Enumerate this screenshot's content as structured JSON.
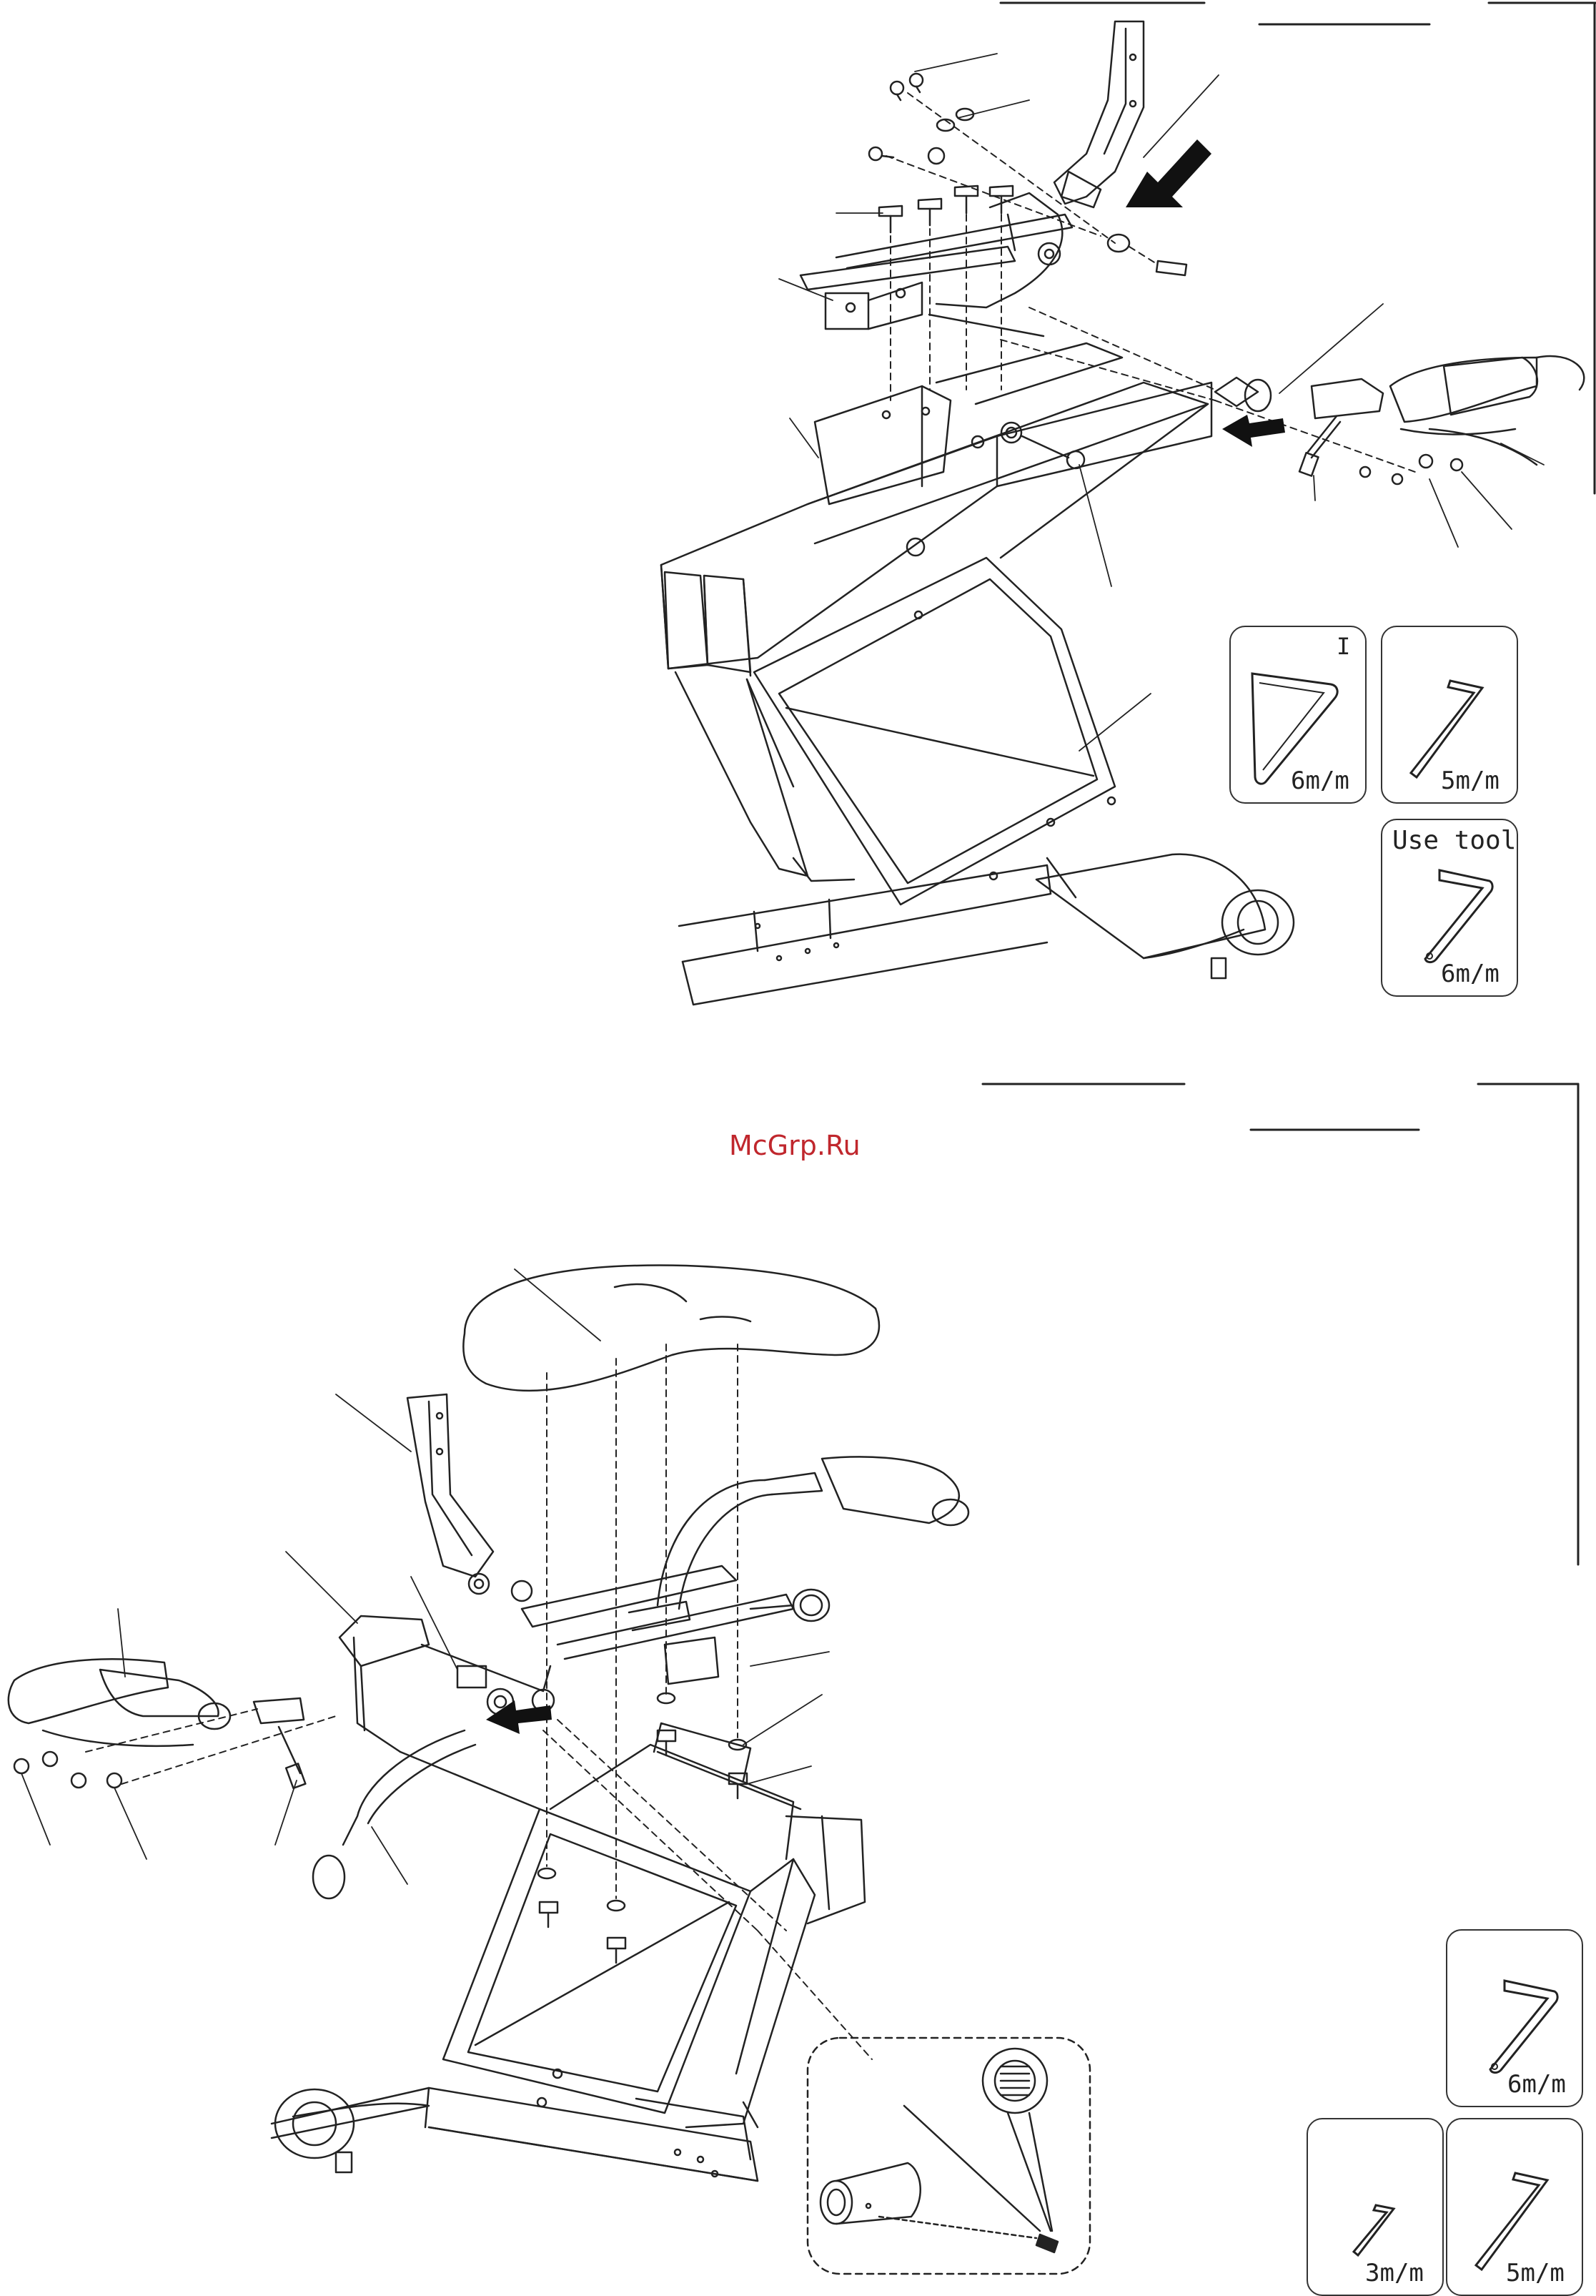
{
  "watermark": "McGrp.Ru",
  "top_tools": {
    "tool1": {
      "mark": "I",
      "size": "6m/m",
      "icon": "allen-key-icon"
    },
    "tool2": {
      "size": "5m/m",
      "icon": "allen-key-icon"
    },
    "tool3": {
      "heading": "Use tool",
      "size": "6m/m",
      "icon": "allen-key-icon"
    }
  },
  "bottom_tools": {
    "tool1": {
      "size": "6m/m",
      "icon": "allen-key-icon"
    },
    "tool2": {
      "size": "3m/m",
      "icon": "allen-key-icon"
    },
    "tool3": {
      "size": "5m/m",
      "icon": "allen-key-icon"
    }
  }
}
